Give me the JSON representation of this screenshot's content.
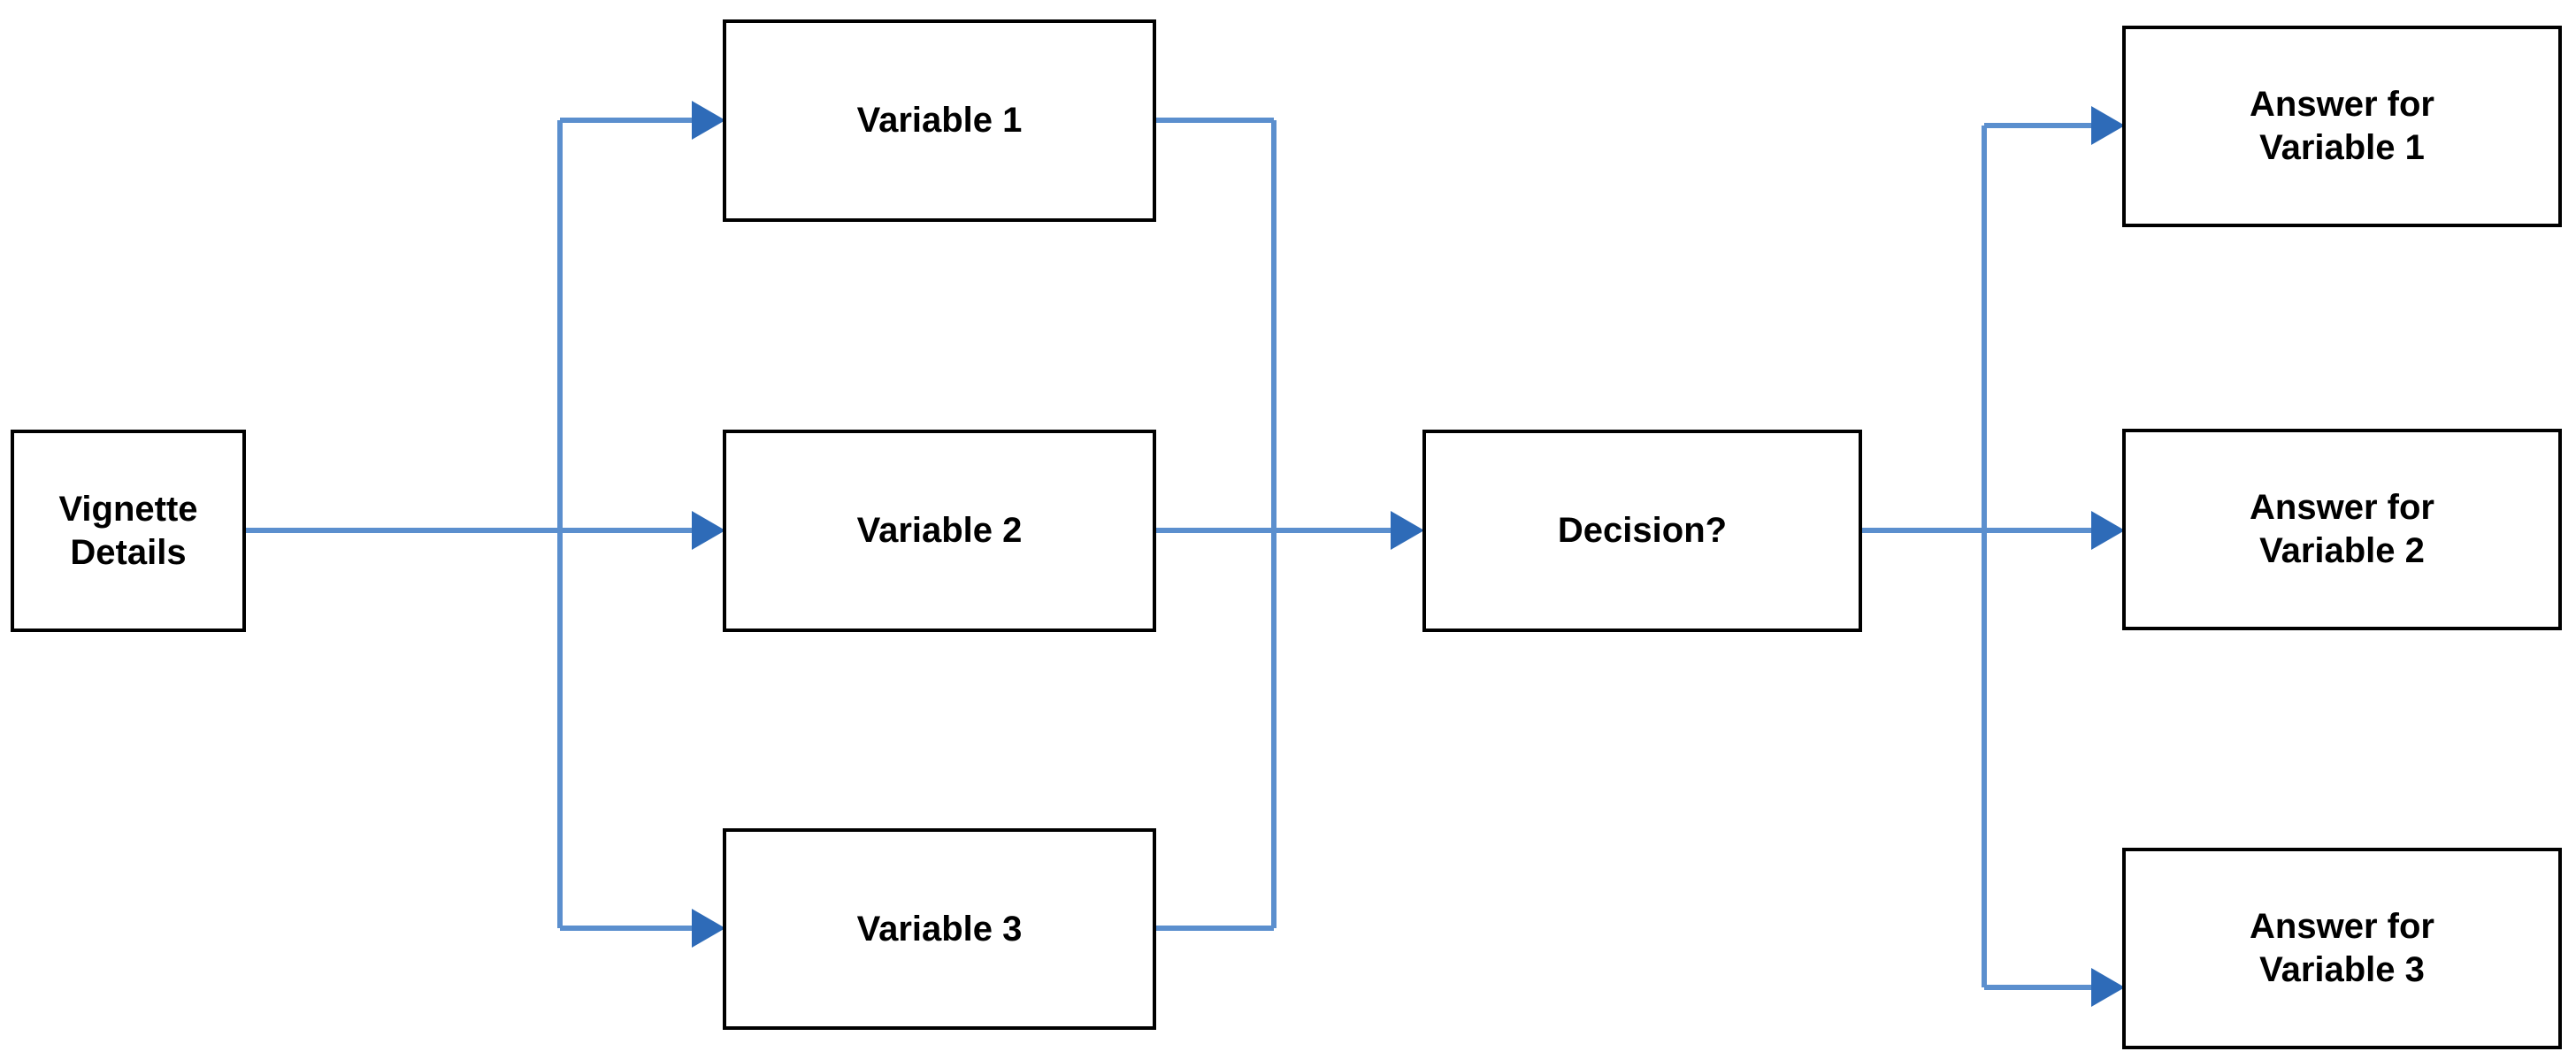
{
  "diagram": {
    "title": "Vignette variable decision flowchart",
    "background_color": "#ffffff",
    "box_border_color": "#000000",
    "connector_color": "#5b8fce",
    "arrowhead_color": "#2e6bb8",
    "text_color": "#000000"
  },
  "nodes": {
    "vignette_details": {
      "label": "Vignette Details"
    },
    "variable_1": {
      "label": "Variable 1"
    },
    "variable_2": {
      "label": "Variable 2"
    },
    "variable_3": {
      "label": "Variable 3"
    },
    "decision": {
      "label": "Decision?"
    },
    "answer_1": {
      "label": "Answer for\nVariable 1"
    },
    "answer_2": {
      "label": "Answer for\nVariable 2"
    },
    "answer_3": {
      "label": "Answer for\nVariable 3"
    }
  },
  "edges": [
    {
      "name": "vignette-to-variable-1",
      "from": "vignette_details",
      "to": "variable_1",
      "style": "elbow",
      "arrow": true
    },
    {
      "name": "vignette-to-variable-2",
      "from": "vignette_details",
      "to": "variable_2",
      "style": "straight",
      "arrow": true
    },
    {
      "name": "vignette-to-variable-3",
      "from": "vignette_details",
      "to": "variable_3",
      "style": "elbow",
      "arrow": true
    },
    {
      "name": "variable-1-to-decision",
      "from": "variable_1",
      "to": "decision",
      "style": "elbow",
      "arrow": false
    },
    {
      "name": "variable-2-to-decision",
      "from": "variable_2",
      "to": "decision",
      "style": "straight",
      "arrow": true
    },
    {
      "name": "variable-3-to-decision",
      "from": "variable_3",
      "to": "decision",
      "style": "elbow",
      "arrow": false
    },
    {
      "name": "decision-to-answer-1",
      "from": "decision",
      "to": "answer_1",
      "style": "elbow",
      "arrow": true
    },
    {
      "name": "decision-to-answer-2",
      "from": "decision",
      "to": "answer_2",
      "style": "straight",
      "arrow": true
    },
    {
      "name": "decision-to-answer-3",
      "from": "decision",
      "to": "answer_3",
      "style": "elbow",
      "arrow": true
    }
  ]
}
